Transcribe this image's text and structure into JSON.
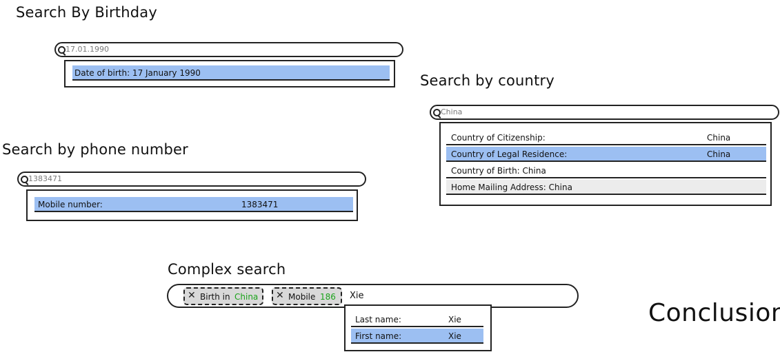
{
  "birthday": {
    "heading": "Search By Birthday",
    "query": "17.01.1990",
    "results": [
      {
        "text": "Date of birth: 17 January 1990"
      }
    ]
  },
  "country": {
    "heading": "Search by country",
    "query": "China",
    "results": [
      {
        "label": "Country of Citizenship:",
        "value": "China"
      },
      {
        "label": "Country of Legal Residence:",
        "value": "China"
      },
      {
        "label": "Country of Birth: China",
        "value": ""
      },
      {
        "label": "Home Mailing Address: China",
        "value": ""
      }
    ]
  },
  "phone": {
    "heading": "Search by phone number",
    "query": "1383471",
    "results": [
      {
        "label": "Mobile number:",
        "value": "1383471"
      }
    ]
  },
  "complex": {
    "heading": "Complex search",
    "chips": [
      {
        "label": "Birth in",
        "value": "China",
        "close_icon": "close-icon"
      },
      {
        "label": "Mobile",
        "value": "186",
        "close_icon": "close-icon"
      }
    ],
    "query": "Xie",
    "results": [
      {
        "label": "Last name:",
        "value": "Xie"
      },
      {
        "label": "First name:",
        "value": "Xie"
      }
    ]
  },
  "conclusion": "Conclusion",
  "colors": {
    "selected": "#9cbff2",
    "alt": "#ececec",
    "chip": "#d9d9d9",
    "chip_value": "#1aa31a"
  }
}
